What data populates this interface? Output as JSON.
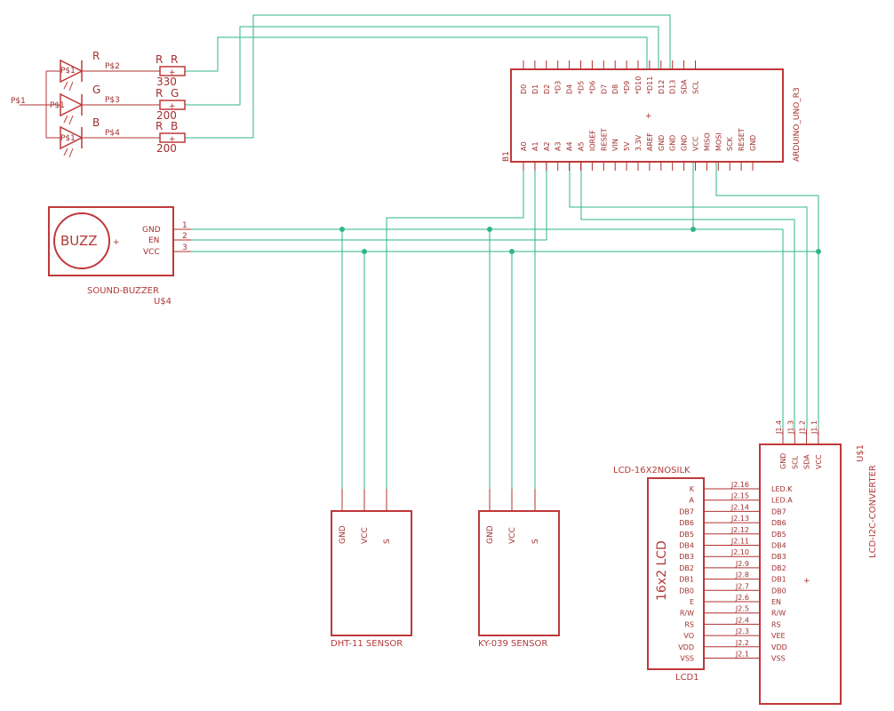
{
  "arduino": {
    "part_name": "ARDUINO_UNO_R3",
    "ref": "B1",
    "top_pins": [
      "D0",
      "D1",
      "D2",
      "*D3",
      "D4",
      "*D5",
      "*D6",
      "D7",
      "D8",
      "*D9",
      "*D10",
      "*D11",
      "D12",
      "D13",
      "SDA",
      "SCL"
    ],
    "bottom_pins": [
      "A0",
      "A1",
      "A2",
      "A3",
      "A4",
      "A5",
      "IOREF",
      "RESET",
      "VIN",
      "5V",
      "3.3V",
      "AREF",
      "GND",
      "GND",
      "GND",
      "VCC",
      "MISO",
      "MOSI",
      "SCK",
      "RESET",
      "GND"
    ]
  },
  "leds": [
    {
      "label": "R",
      "pin": "P$1",
      "net": "P$2"
    },
    {
      "label": "G",
      "pin": "P$1",
      "net": "P$3"
    },
    {
      "label": "B",
      "pin": "P$1",
      "net": "P$4"
    }
  ],
  "led_input_net": "P$1",
  "resistors": [
    {
      "name": "R",
      "label": "R",
      "value": "330"
    },
    {
      "name": "R",
      "label": "G",
      "value": "200"
    },
    {
      "name": "R",
      "label": "B",
      "value": "200"
    }
  ],
  "buzzer": {
    "text": "BUZZ",
    "plus": "+",
    "pins": [
      "GND",
      "EN",
      "VCC"
    ],
    "pin_numbers": [
      "1",
      "2",
      "3"
    ],
    "name": "SOUND-BUZZER",
    "ref": "U$4"
  },
  "dht11": {
    "name": "DHT-11 SENSOR",
    "pins": [
      "GND",
      "VCC",
      "S"
    ]
  },
  "ky039": {
    "name": "KY-039 SENSOR",
    "pins": [
      "GND",
      "VCC",
      "S"
    ]
  },
  "lcd": {
    "part_name": "LCD-16X2NOSILK",
    "title": "16x2 LCD",
    "ref": "LCD1",
    "pins": [
      "K",
      "A",
      "DB7",
      "DB6",
      "DB5",
      "DB4",
      "DB3",
      "DB2",
      "DB1",
      "DB0",
      "E",
      "R/W",
      "RS",
      "VO",
      "VDD",
      "VSS"
    ]
  },
  "converter": {
    "name": "LCD-I2C-CONVERTER",
    "ref": "U$1",
    "top_pins": [
      "GND",
      "SCL",
      "SDA",
      "VCC"
    ],
    "top_pin_labels": [
      "J1.4",
      "J1.3",
      "J1.2",
      "J1.1"
    ],
    "pins": [
      "LED.K",
      "LED.A",
      "DB7",
      "DB6",
      "DB5",
      "DB4",
      "DB3",
      "DB2",
      "DB1",
      "DB0",
      "EN",
      "R/W",
      "RS",
      "VEE",
      "VDD",
      "VSS"
    ],
    "j2_labels": [
      "J2.16",
      "J2.15",
      "J2.14",
      "J2.13",
      "J2.12",
      "J2.11",
      "J2.10",
      "J2.9",
      "J2.8",
      "J2.7",
      "J2.6",
      "J2.5",
      "J2.4",
      "J2.3",
      "J2.2",
      "J2.1"
    ]
  },
  "colors": {
    "component": "#c0383a",
    "wire": "#2fb58a"
  }
}
